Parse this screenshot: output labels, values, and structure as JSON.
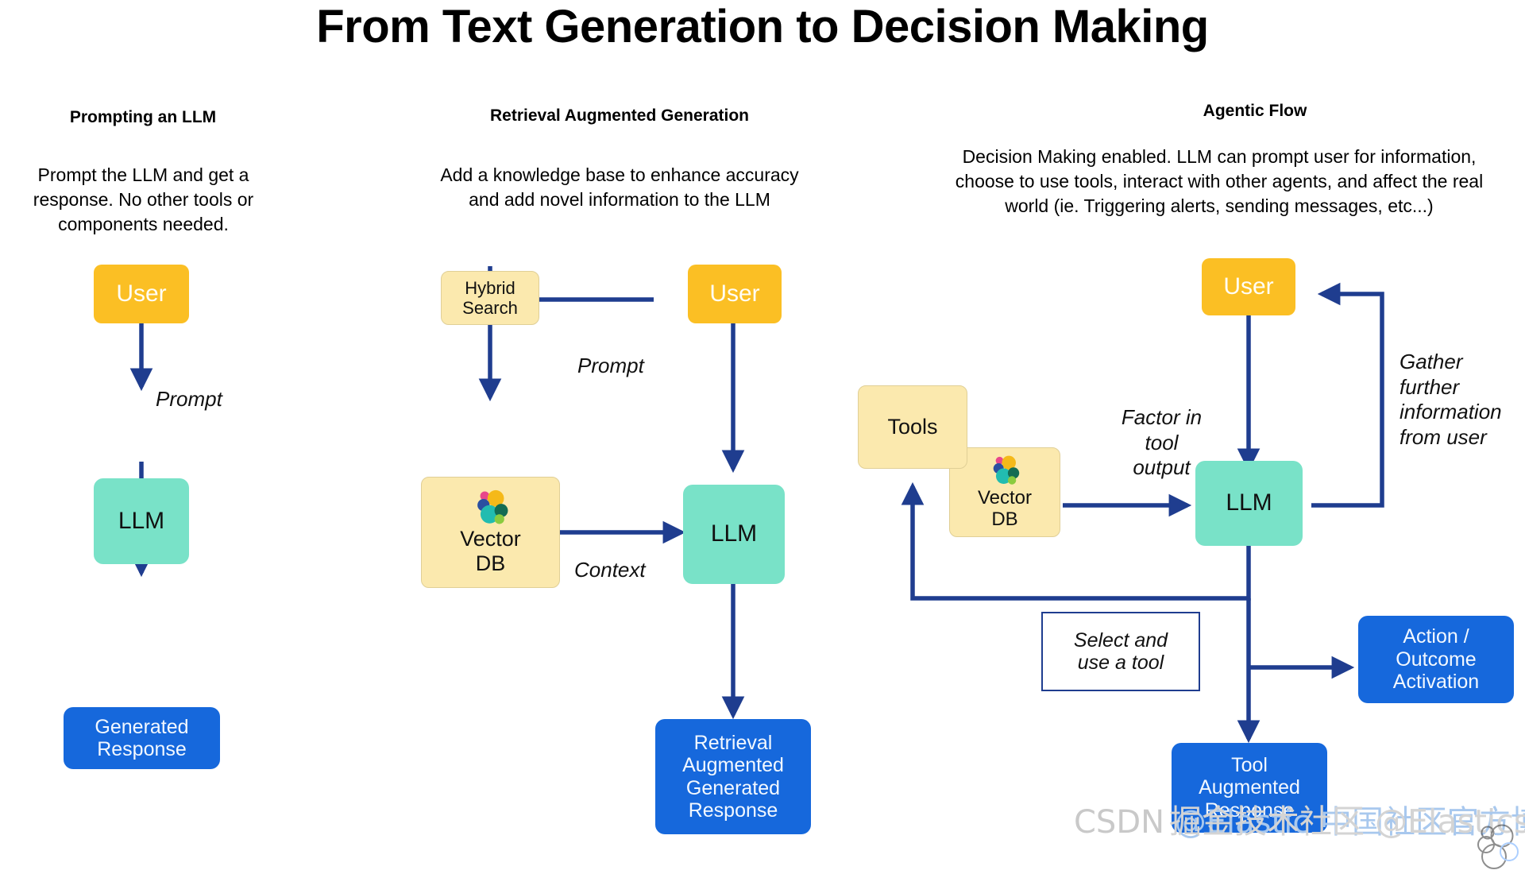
{
  "title": "From Text Generation to Decision Making",
  "colors": {
    "user": "#FBBF24",
    "llm": "#79E2C8",
    "response": "#1668DC",
    "datastore": "#FBE9AE",
    "arrow": "#1F3D8F",
    "background": "#FFFFFF"
  },
  "columns": [
    {
      "id": "prompting",
      "header": "Prompting an LLM",
      "description": "Prompt the LLM and get a response. No other tools or components needed.",
      "nodes": [
        {
          "id": "user",
          "label": "User",
          "kind": "user"
        },
        {
          "id": "llm",
          "label": "LLM",
          "kind": "llm"
        },
        {
          "id": "generated-response",
          "label": "Generated\nResponse",
          "kind": "response"
        }
      ],
      "edge_labels": [
        "Prompt"
      ]
    },
    {
      "id": "rag",
      "header": "Retrieval Augmented Generation",
      "description": "Add a knowledge base to enhance accuracy and add novel information to the LLM",
      "nodes": [
        {
          "id": "hybrid-search",
          "label": "Hybrid\nSearch",
          "kind": "datastore"
        },
        {
          "id": "user",
          "label": "User",
          "kind": "user"
        },
        {
          "id": "vector-db",
          "label": "Vector\nDB",
          "kind": "datastore",
          "icon": "elastic-logo"
        },
        {
          "id": "llm",
          "label": "LLM",
          "kind": "llm"
        },
        {
          "id": "rag-response",
          "label": "Retrieval\nAugmented\nGenerated\nResponse",
          "kind": "response"
        }
      ],
      "edge_labels": [
        "Prompt",
        "Context"
      ]
    },
    {
      "id": "agentic",
      "header": "Agentic Flow",
      "description": "Decision Making enabled. LLM can prompt user for information, choose to use tools, interact with other agents, and affect the real world (ie. Triggering alerts, sending messages, etc...)",
      "nodes": [
        {
          "id": "tools",
          "label": "Tools",
          "kind": "datastore"
        },
        {
          "id": "vector-db",
          "label": "Vector\nDB",
          "kind": "datastore",
          "icon": "elastic-logo"
        },
        {
          "id": "user",
          "label": "User",
          "kind": "user"
        },
        {
          "id": "llm",
          "label": "LLM",
          "kind": "llm"
        },
        {
          "id": "select-tool",
          "label": "Select and\nuse a tool",
          "kind": "plain"
        },
        {
          "id": "action-outcome",
          "label": "Action /\nOutcome\nActivation",
          "kind": "response"
        },
        {
          "id": "tool-augmented-response",
          "label": "Tool\nAugmented\nResponse",
          "kind": "response"
        }
      ],
      "edge_labels": [
        "Factor in\ntool\noutput",
        "Gather\nfurther\ninformation\nfrom user"
      ]
    }
  ],
  "labels": {
    "title": "From Text Generation to Decision Making",
    "col1_header": "Prompting an LLM",
    "col1_desc": "Prompt the LLM and get a response. No other tools or components needed.",
    "col1_user": "User",
    "col1_prompt": "Prompt",
    "col1_llm": "LLM",
    "col1_generated_l1": "Generated",
    "col1_generated_l2": "Response",
    "col2_header": "Retrieval Augmented Generation",
    "col2_desc": "Add a knowledge base to enhance accuracy and add novel information to the LLM",
    "col2_hybrid_l1": "Hybrid",
    "col2_hybrid_l2": "Search",
    "col2_user": "User",
    "col2_prompt": "Prompt",
    "col2_vector_l1": "Vector",
    "col2_vector_l2": "DB",
    "col2_llm": "LLM",
    "col2_context": "Context",
    "col2_resp_l1": "Retrieval",
    "col2_resp_l2": "Augmented",
    "col2_resp_l3": "Generated",
    "col2_resp_l4": "Response",
    "col3_header": "Agentic Flow",
    "col3_desc": "Decision Making enabled. LLM can prompt user for information, choose to use tools, interact with other agents, and affect the real world (ie. Triggering alerts, sending messages, etc...)",
    "col3_tools": "Tools",
    "col3_vector_l1": "Vector",
    "col3_vector_l2": "DB",
    "col3_user": "User",
    "col3_llm": "LLM",
    "col3_factor_l1": "Factor in",
    "col3_factor_l2": "tool",
    "col3_factor_l3": "output",
    "col3_gather_l1": "Gather",
    "col3_gather_l2": "further",
    "col3_gather_l3": "information",
    "col3_gather_l4": "from user",
    "col3_select_l1": "Select and",
    "col3_select_l2": "use a tool",
    "col3_action_l1": "Action /",
    "col3_action_l2": "Outcome",
    "col3_action_l3": "Activation",
    "col3_tar_l1": "Tool",
    "col3_tar_l2": "Augmented",
    "col3_tar_l3": "Response"
  },
  "watermarks": {
    "csdn_prefix": "CSDN ",
    "csdn_handle": "@Elastic 中国社区官方博客",
    "juejin": "掘金技术社区 @Elasticsearch"
  }
}
